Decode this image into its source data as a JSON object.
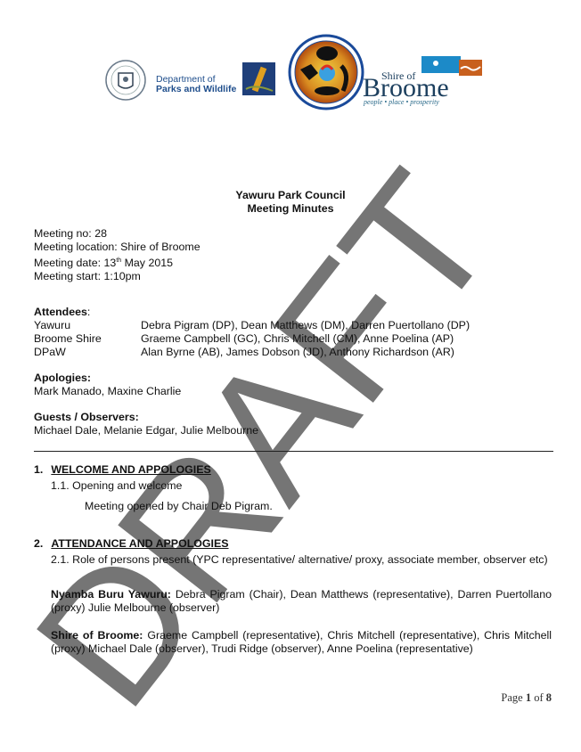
{
  "logos": {
    "wa_government_crest": "The Government of Western Australia",
    "dpaw_line1": "Department of",
    "dpaw_line2": "Parks and Wildlife",
    "yawuru_emblem": "Yawuru",
    "shire_small": "Shire of",
    "shire_big": "Broome",
    "shire_tagline": "people • place • prosperity"
  },
  "title": {
    "line1": "Yawuru Park Council",
    "line2": "Meeting Minutes"
  },
  "meta": {
    "number": "Meeting no: 28",
    "location": "Meeting location: Shire of Broome",
    "date_prefix": "Meeting date: 13",
    "date_sup": "th",
    "date_suffix": " May 2015",
    "start": "Meeting start: 1:10pm"
  },
  "attendees": {
    "heading": "Attendees",
    "colon": ":",
    "rows": [
      {
        "group": "Yawuru",
        "names": "Debra Pigram (DP), Dean Matthews (DM), Darren Puertollano (DP)"
      },
      {
        "group": "Broome Shire",
        "names": "Graeme Campbell (GC), Chris Mitchell (CM), Anne Poelina (AP)"
      },
      {
        "group": "DPaW",
        "names": "Alan Byrne (AB), James Dobson (JD), Anthony Richardson (AR)"
      }
    ]
  },
  "apologies": {
    "heading": "Apologies:",
    "names": "Mark Manado, Maxine Charlie"
  },
  "guests": {
    "heading": "Guests / Observers:",
    "names": "Michael Dale, Melanie Edgar, Julie Melbourne"
  },
  "section1": {
    "number": "1.",
    "heading": "WELCOME AND APPOLOGIES",
    "sub_number": "1.1.",
    "sub_label": "Opening and welcome",
    "body": "Meeting opened by Chair Deb Pigram."
  },
  "section2": {
    "number": "2.",
    "heading": "ATTENDANCE AND APPOLOGIES",
    "sub_number": "2.1.",
    "sub_label": "Role of persons present (YPC representative/ alternative/ proxy, associate member, observer etc)",
    "nbY_label": "Nyamba Buru Yawuru:",
    "nbY_text": " Debra Pigram (Chair), Dean Matthews (representative), Darren Puertollano (proxy) Julie Melbourne (observer)",
    "sob_label": "Shire of Broome:",
    "sob_text": " Graeme Campbell (representative), Chris Mitchell (representative), Chris Mitchell (proxy) Michael Dale (observer), Trudi Ridge (observer), Anne Poelina (representative)"
  },
  "watermark": "DRAFT",
  "footer": {
    "page_label": "Page ",
    "page": "1",
    "of": " of ",
    "total": "8"
  },
  "colors": {
    "watermark": "#6e6e6e",
    "dpaw_blue": "#1f4e8c",
    "broome_navy": "#1c3f5e",
    "broome_orange": "#c8601e",
    "broome_blue": "#1c8ac8"
  }
}
